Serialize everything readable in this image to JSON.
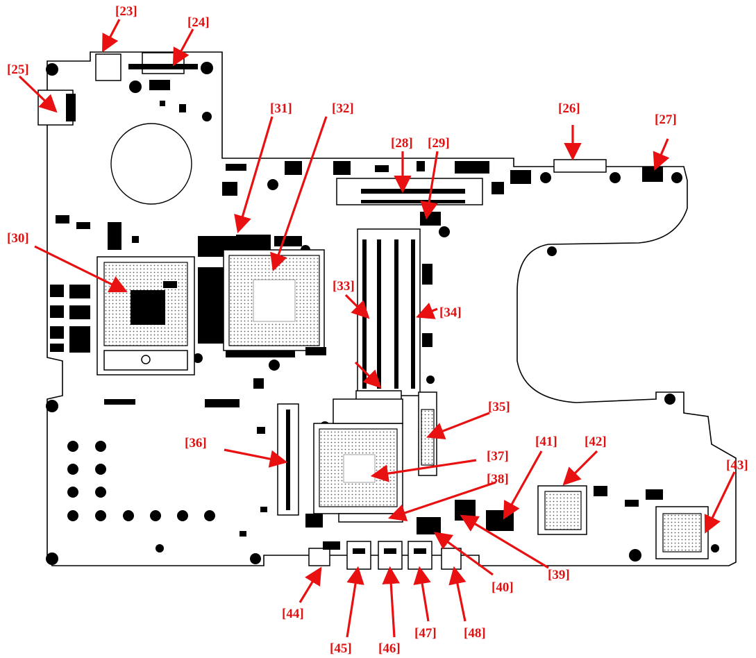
{
  "labels": {
    "c23": "[23]",
    "c24": "[24]",
    "c25": "[25]",
    "c26": "[26]",
    "c27": "[27]",
    "c28": "[28]",
    "c29": "[29]",
    "c30": "[30]",
    "c31": "[31]",
    "c32": "[32]",
    "c33": "[33]",
    "c34": "[34]",
    "c35": "[35]",
    "c36": "[36]",
    "c37": "[37]",
    "c38": "[38]",
    "c39": "[39]",
    "c40": "[40]",
    "c41": "[41]",
    "c42": "[42]",
    "c43": "[43]",
    "c44": "[44]",
    "c45": "[45]",
    "c46": "[46]",
    "c47": "[47]",
    "c48": "[48]"
  },
  "colors": {
    "callout": "#e01010",
    "trace": "#000000",
    "board": "#ffffff"
  }
}
